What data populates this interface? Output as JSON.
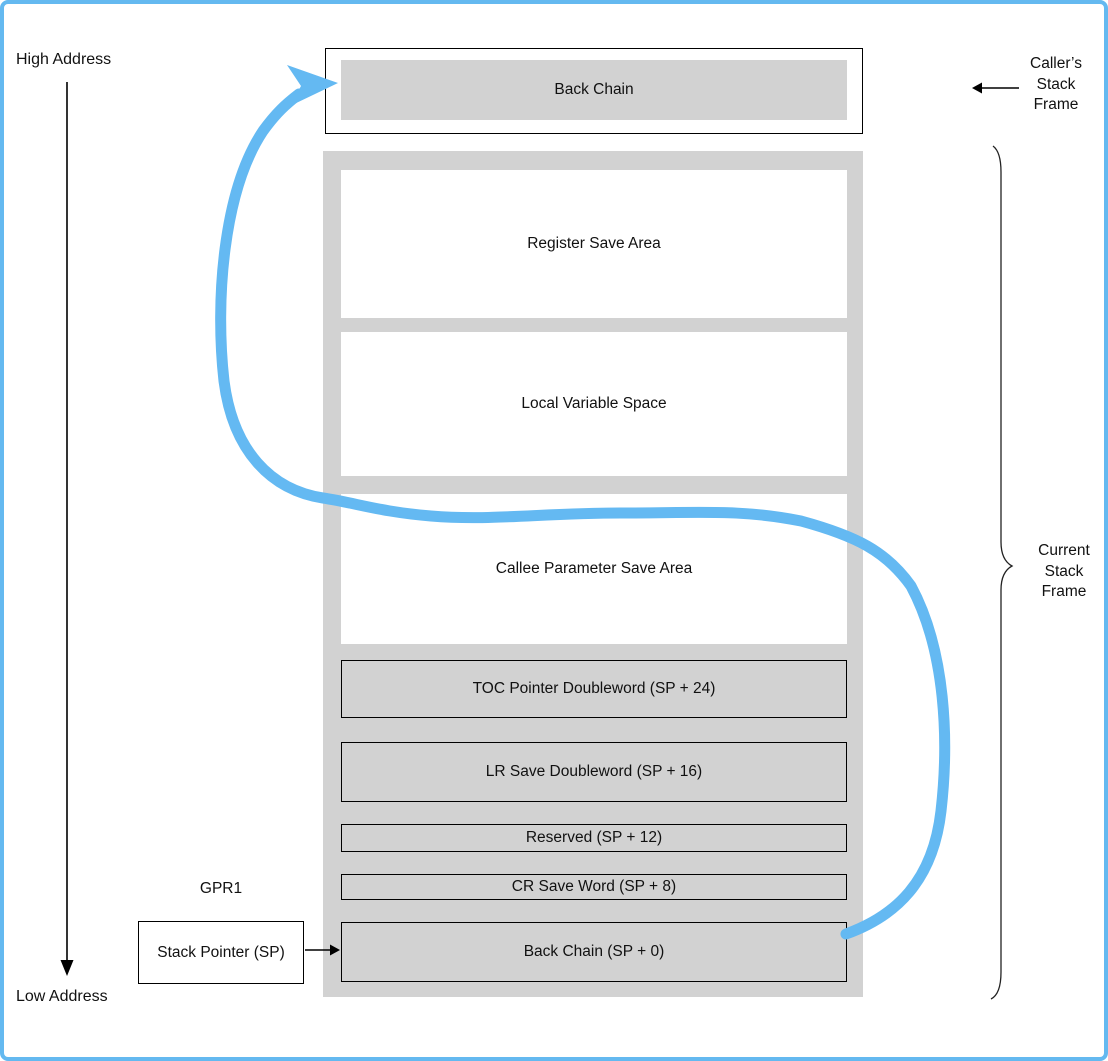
{
  "frame": {
    "border_color": "#64b9f0",
    "arrow_color": "#64b9f2",
    "box_gray": "#d2d2d2"
  },
  "labels": {
    "high_address": "High Address",
    "low_address": "Low Address",
    "gpr1": "GPR1",
    "callers_frame": {
      "line1": "Caller’s",
      "line2": "Stack",
      "line3": "Frame"
    },
    "current_frame": {
      "line1": "Current",
      "line2": "Stack",
      "line3": "Frame"
    }
  },
  "boxes": {
    "caller_back_chain": "Back Chain",
    "register_save": "Register Save Area",
    "local_variable": "Local Variable Space",
    "callee_param": "Callee Parameter Save Area",
    "toc_pointer": "TOC Pointer Doubleword (SP + 24)",
    "lr_save": "LR Save Doubleword (SP + 16)",
    "reserved": "Reserved (SP + 12)",
    "cr_save": "CR Save Word (SP + 8)",
    "back_chain_sp0": "Back Chain (SP + 0)"
  },
  "stack_pointer_box": {
    "label": "Stack Pointer (SP)"
  }
}
